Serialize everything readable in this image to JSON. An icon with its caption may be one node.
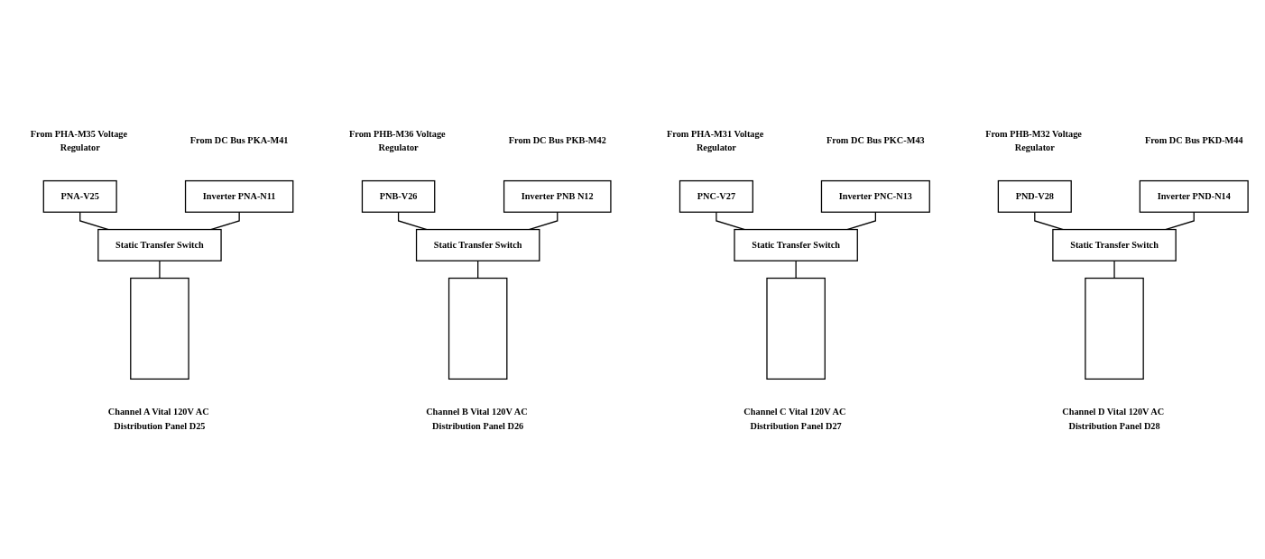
{
  "diagram": {
    "nodes": [
      {
        "text": [
          "PNA-V25"
        ],
        "beside": [
          "From PHA-M35 Voltage Regulator"
        ]
      },
      {
        "text": [
          "Inverter PNA-N11"
        ],
        "beside": [
          "From DC Bus PKA-M41"
        ]
      },
      {
        "text": [
          "Static Transfer Switch"
        ]
      },
      {
        "text": [],
        "shape": "box",
        "beside": [
          "Channel A Vital 120V AC Distribution Panel D25"
        ]
      },
      {
        "text": [
          "PNB-V26"
        ],
        "beside": [
          "From PHB-M36 Voltage Regulator"
        ]
      },
      {
        "text": [
          "Inverter PNB N12"
        ],
        "beside": [
          "From DC Bus PKB-M42"
        ]
      },
      {
        "text": [
          "Static Transfer Switch"
        ]
      },
      {
        "text": [],
        "shape": "box",
        "beside": [
          "Channel B Vital 120V AC Distribution Panel D26"
        ]
      },
      {
        "text": [
          "PNC-V27"
        ],
        "beside": [
          "From PHA-M31 Voltage Regulator"
        ]
      },
      {
        "text": [
          "Inverter PNC-N13"
        ],
        "beside": [
          "From DC Bus PKC-M43"
        ]
      },
      {
        "text": [
          "Static Transfer Switch"
        ]
      },
      {
        "text": [],
        "shape": "box",
        "beside": [
          "Channel C Vital 120V AC Distribution Panel D27"
        ]
      },
      {
        "text": [
          "PND-V28"
        ],
        "beside": [
          "From PHB-M32 Voltage Regulator"
        ]
      },
      {
        "text": [
          "Inverter PND-N14"
        ],
        "beside": [
          "From DC Bus PKD-M44"
        ]
      },
      {
        "text": [
          "Static Transfer Switch"
        ]
      },
      {
        "text": [],
        "shape": "box",
        "beside": [
          "Channel D Vital 120V AC Distribution Panel D28"
        ]
      }
    ],
    "edges": [
      {
        "from": 0,
        "to": 2,
        "arrow": "none"
      },
      {
        "from": 1,
        "to": 2,
        "arrow": "none"
      },
      {
        "from": 2,
        "to": 3,
        "arrow": "none"
      },
      {
        "from": 4,
        "to": 6,
        "arrow": "none"
      },
      {
        "from": 5,
        "to": 6,
        "arrow": "none"
      },
      {
        "from": 6,
        "to": 7,
        "arrow": "none"
      },
      {
        "from": 8,
        "to": 10,
        "arrow": "none"
      },
      {
        "from": 9,
        "to": 10,
        "arrow": "none"
      },
      {
        "from": 10,
        "to": 11,
        "arrow": "none"
      },
      {
        "from": 12,
        "to": 14,
        "arrow": "none"
      },
      {
        "from": 13,
        "to": 14,
        "arrow": "none"
      },
      {
        "from": 14,
        "to": 15,
        "arrow": "none"
      }
    ]
  }
}
